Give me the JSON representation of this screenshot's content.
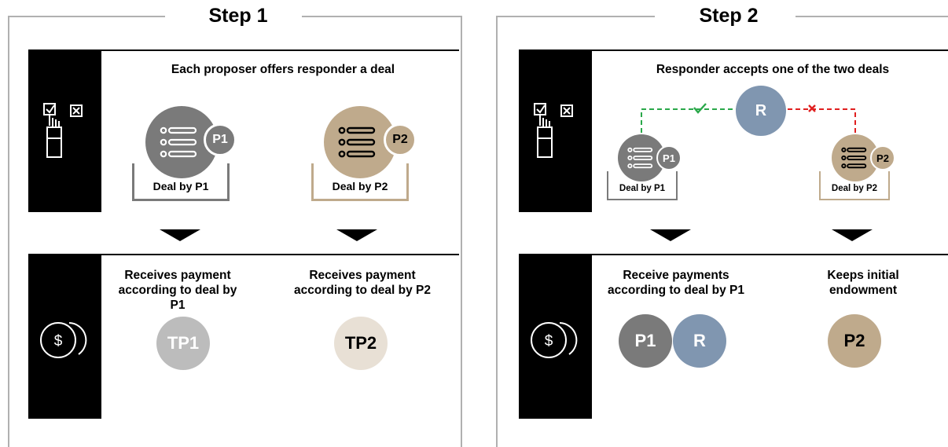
{
  "colors": {
    "p1_gray": "#7a7a7a",
    "p2_tan": "#bfaa8c",
    "r_blue": "#8096b0",
    "tp1_light": "#bcbcbc",
    "tp2_light": "#e8e0d5",
    "accept_green": "#2aa84a",
    "reject_red": "#e02020"
  },
  "step1": {
    "title": "Step 1",
    "offer_heading": "Each proposer offers responder a deal",
    "p1_badge": "P1",
    "p2_badge": "P2",
    "deal_p1": "Deal by P1",
    "deal_p2": "Deal by P2",
    "pay_p1_line1": "Receives payment",
    "pay_p1_line2": "according to deal by P1",
    "pay_p2_line1": "Receives payment",
    "pay_p2_line2": "according to deal by P2",
    "tp1": "TP1",
    "tp2": "TP2"
  },
  "step2": {
    "title": "Step 2",
    "accept_heading": "Responder accepts one of the two deals",
    "r_label": "R",
    "p1_badge": "P1",
    "p2_badge": "P2",
    "deal_p1": "Deal by P1",
    "deal_p2": "Deal by P2",
    "recv_line1": "Receive payments",
    "recv_line2": "according to deal by P1",
    "keep_line1": "Keeps initial",
    "keep_line2": "endowment",
    "p1": "P1",
    "r": "R",
    "p2": "P2"
  },
  "icons": {
    "choice": "hand-checkbox-icon",
    "money": "coins-dollar-icon",
    "deal": "list-document-icon",
    "check": "check-icon",
    "cross": "cross-icon"
  }
}
